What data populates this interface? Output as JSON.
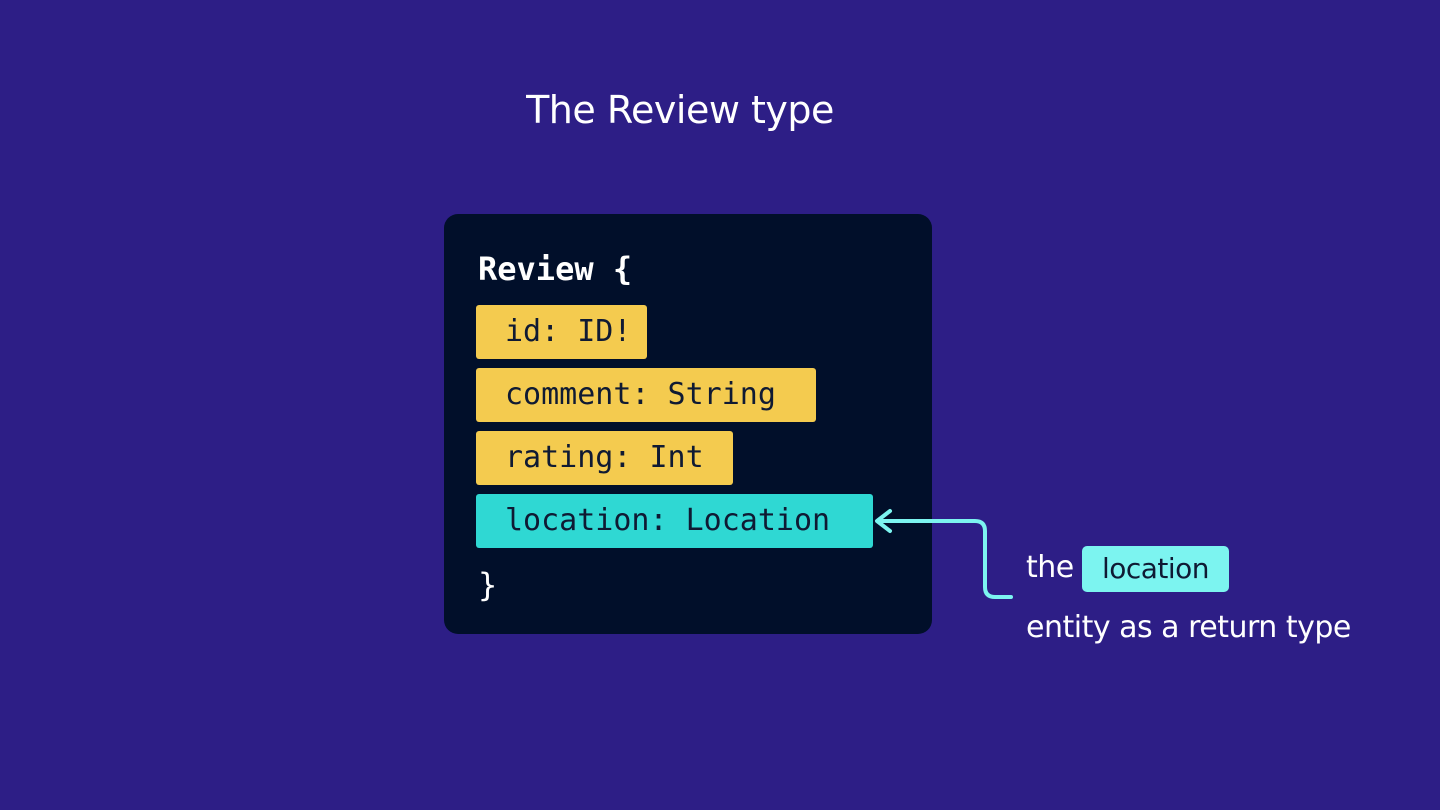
{
  "title": "The Review type",
  "code": {
    "type_open": "Review {",
    "fields": [
      {
        "text": "id: ID!",
        "highlight": "yellow"
      },
      {
        "text": "comment: String",
        "highlight": "yellow"
      },
      {
        "text": "rating: Int",
        "highlight": "yellow"
      },
      {
        "text": "location: Location",
        "highlight": "teal"
      }
    ],
    "type_close": "}"
  },
  "annotation": {
    "word_before": "the",
    "highlight_word": "location",
    "line2": "entity as a return type"
  },
  "colors": {
    "background": "#2d1e86",
    "card": "#010f2a",
    "yellow": "#f4cb4f",
    "teal": "#2fd8d3",
    "chip": "#7cf4f0",
    "arrow": "#7cf4f0"
  }
}
